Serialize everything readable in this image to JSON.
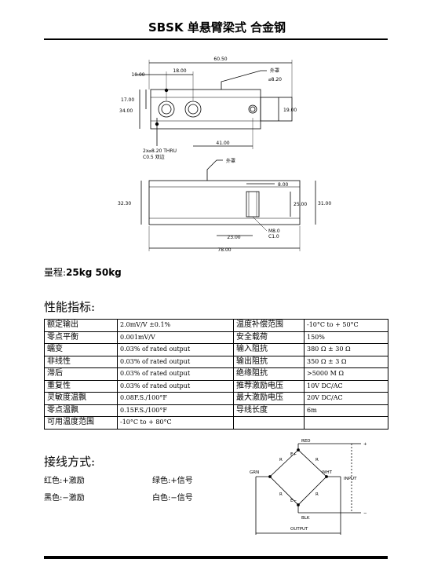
{
  "title": "SBSK 单悬臂梁式   合金钢",
  "drawing": {
    "top_view": {
      "dims": [
        "60.50",
        "10.00",
        "18.00",
        "17.00",
        "34.00",
        "19.00",
        "41.00"
      ],
      "labels": {
        "cover": "外罩",
        "hole": "⌀8.20",
        "thru": "2x⌀8.20 THRU",
        "chamfer": "C0.5 双边"
      }
    },
    "side_view": {
      "dims": [
        "8.00",
        "32.30",
        "25.00",
        "31.00",
        "23.00",
        "78.00"
      ],
      "labels": {
        "cover": "外罩",
        "thread": "M8.0",
        "chamfer": "C1.0"
      }
    }
  },
  "range": {
    "label": "量程:",
    "values": "25kg   50kg"
  },
  "spec_heading": "性能指标:",
  "specs": [
    {
      "l1": "额定输出",
      "v1": "2.0mV/V ±0.1%",
      "l2": "温度补偿范围",
      "v2": "-10°C to + 50°C"
    },
    {
      "l1": "零点平衡",
      "v1": "0.001mV/V",
      "l2": "安全载荷",
      "v2": "150%"
    },
    {
      "l1": "蠕变",
      "v1": "0.03% of rated output",
      "l2": "输入阻抗",
      "v2": "380 Ω ± 30 Ω"
    },
    {
      "l1": "非线性",
      "v1": "0.03% of rated output",
      "l2": "输出阻抗",
      "v2": "350 Ω ± 3 Ω"
    },
    {
      "l1": "滞后",
      "v1": "0.03% of rated output",
      "l2": "绝缘阻抗",
      "v2": ">5000 M Ω"
    },
    {
      "l1": "重复性",
      "v1": "0.03% of rated output",
      "l2": "推荐激励电压",
      "v2": "10V DC/AC"
    },
    {
      "l1": "灵敏度温飘",
      "v1": "0.08F.S./100°F",
      "l2": "最大激励电压",
      "v2": "20V DC/AC"
    },
    {
      "l1": "零点温飘",
      "v1": "0.15F.S./100°F",
      "l2": "导线长度",
      "v2": "6m"
    },
    {
      "l1": "可用温度范围",
      "v1": "-10°C to + 80°C",
      "l2": "",
      "v2": ""
    }
  ],
  "wiring_heading": "接线方式:",
  "wiring": [
    "红色:+激励",
    "绿色:+信号",
    "黑色:−激励",
    "白色:−信号"
  ],
  "circuit": {
    "red": "RED",
    "grn": "GRN",
    "wht": "WHT",
    "blk": "BLK",
    "e_plus": "E+",
    "e_minus": "E−",
    "r": "R",
    "input": "INPUT",
    "output": "OUTPUT",
    "plus": "+",
    "minus": "−"
  }
}
